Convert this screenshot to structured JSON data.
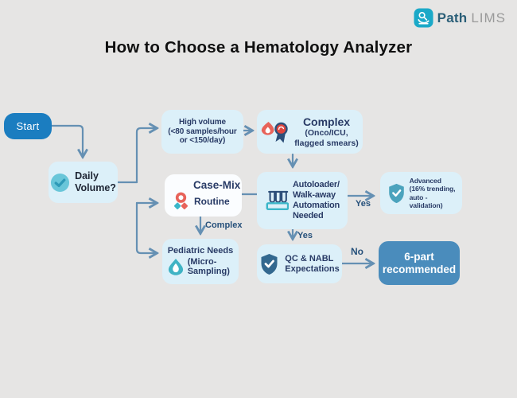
{
  "logo": {
    "brand_bold": "Path",
    "brand_light": "LIMS"
  },
  "title": "How to Choose a Hematology Analyzer",
  "nodes": {
    "start": {
      "label": "Start"
    },
    "daily_volume": {
      "lines": [
        "Daily",
        "Volume?"
      ],
      "icon": "check-circle-icon"
    },
    "high_volume": {
      "lines": [
        "High volume",
        "(<80 samples/hour",
        "or <150/day)"
      ]
    },
    "complex": {
      "title": "Complex",
      "lines": [
        "(Onco/ICU,",
        "flagged smears)"
      ],
      "icon": "blood-drop-badge-icon"
    },
    "case_mix": {
      "title": "Case-Mix",
      "subtitle": "Routine",
      "icon": "cells-pin-icon"
    },
    "autoloader": {
      "lines": [
        "Autoloader/",
        "Walk-away",
        "Automation",
        "Needed"
      ],
      "icon": "test-tube-rack-icon"
    },
    "advanced": {
      "lines": [
        "Advanced",
        "(16% trending,",
        "auto -",
        "validation)"
      ],
      "icon": "shield-check-icon"
    },
    "pediatric": {
      "title": "Pediatric Needs",
      "lines": [
        "(Micro-",
        "Sampling)"
      ],
      "icon": "micro-drop-icon"
    },
    "qc_nabl": {
      "lines": [
        "QC & NABL",
        "Expectations"
      ],
      "icon": "shield-check-icon"
    },
    "six_part": {
      "lines": [
        "6-part",
        "recommended"
      ]
    }
  },
  "edge_labels": {
    "complex": "Complex",
    "yes_advanced": "Yes",
    "yes_qc": "Yes",
    "no": "No"
  },
  "colors": {
    "background": "#e6e5e4",
    "node_bg": "#dcf0f9",
    "start_blue": "#1b7dc0",
    "result_blue": "#4a8cbc",
    "connector": "#6590b3",
    "navy_text": "#293b66",
    "label_navy": "#27517b",
    "teal": "#3bb6c9",
    "coral": "#e8635a",
    "logo_teal": "#1ba9c8"
  }
}
